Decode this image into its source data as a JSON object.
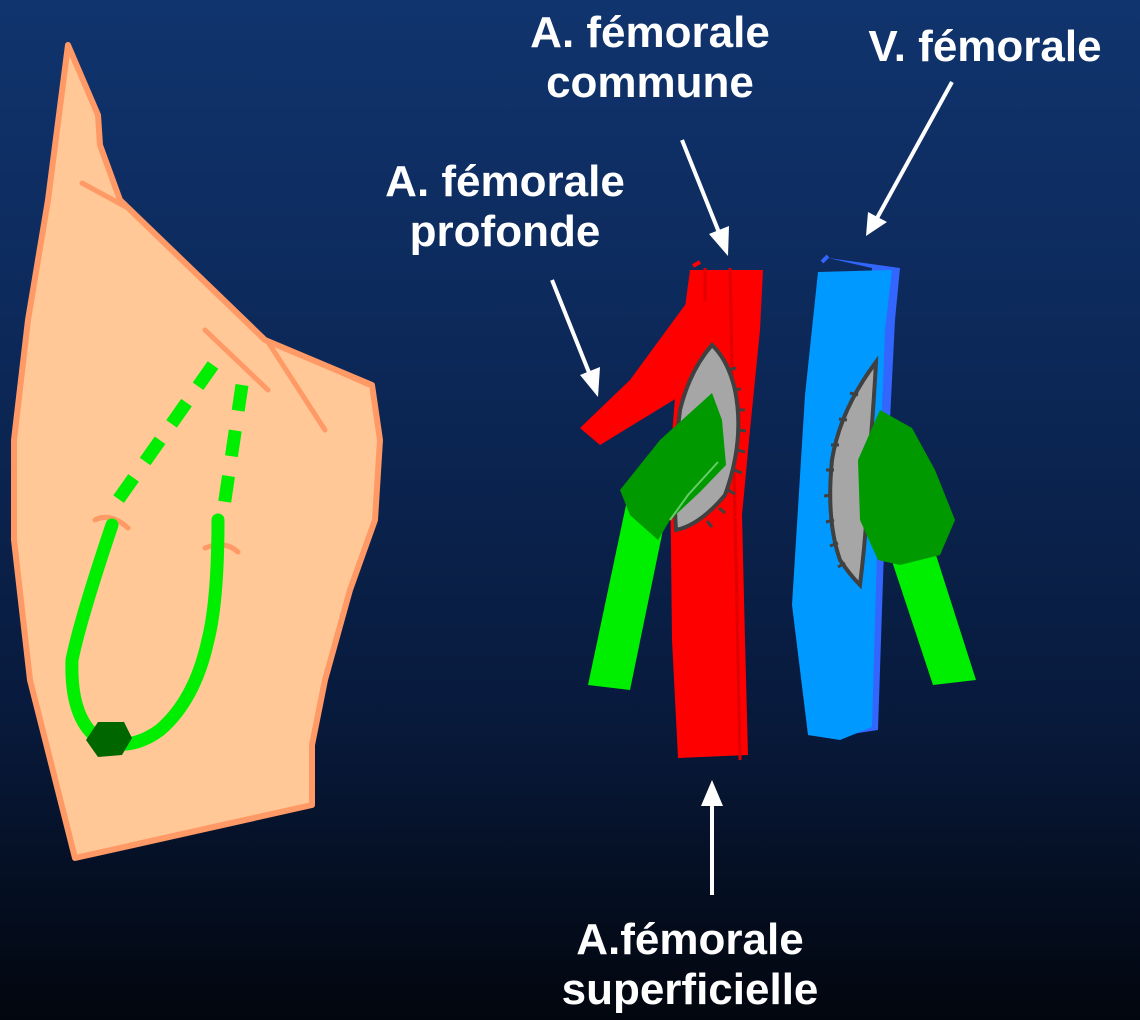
{
  "labels": {
    "common_femoral_artery": [
      "A. fémorale",
      "commune"
    ],
    "femoral_vein": [
      "V. fémorale"
    ],
    "deep_femoral_artery": [
      "A. fémorale",
      "profonde"
    ],
    "superficial_femoral_artery": [
      "A.fémorale",
      "superficielle"
    ]
  },
  "colors": {
    "background_top": "#10346e",
    "background_bottom": "#02060e",
    "skin": "#ffc896",
    "skin_outline": "#ff9966",
    "artery": "#ff0000",
    "vein": "#0099ff",
    "vein_edge": "#3366ff",
    "graft": "#00ee00",
    "graft_dark": "#009900",
    "patch": "#a6a6a6",
    "arrow": "#ffffff"
  }
}
